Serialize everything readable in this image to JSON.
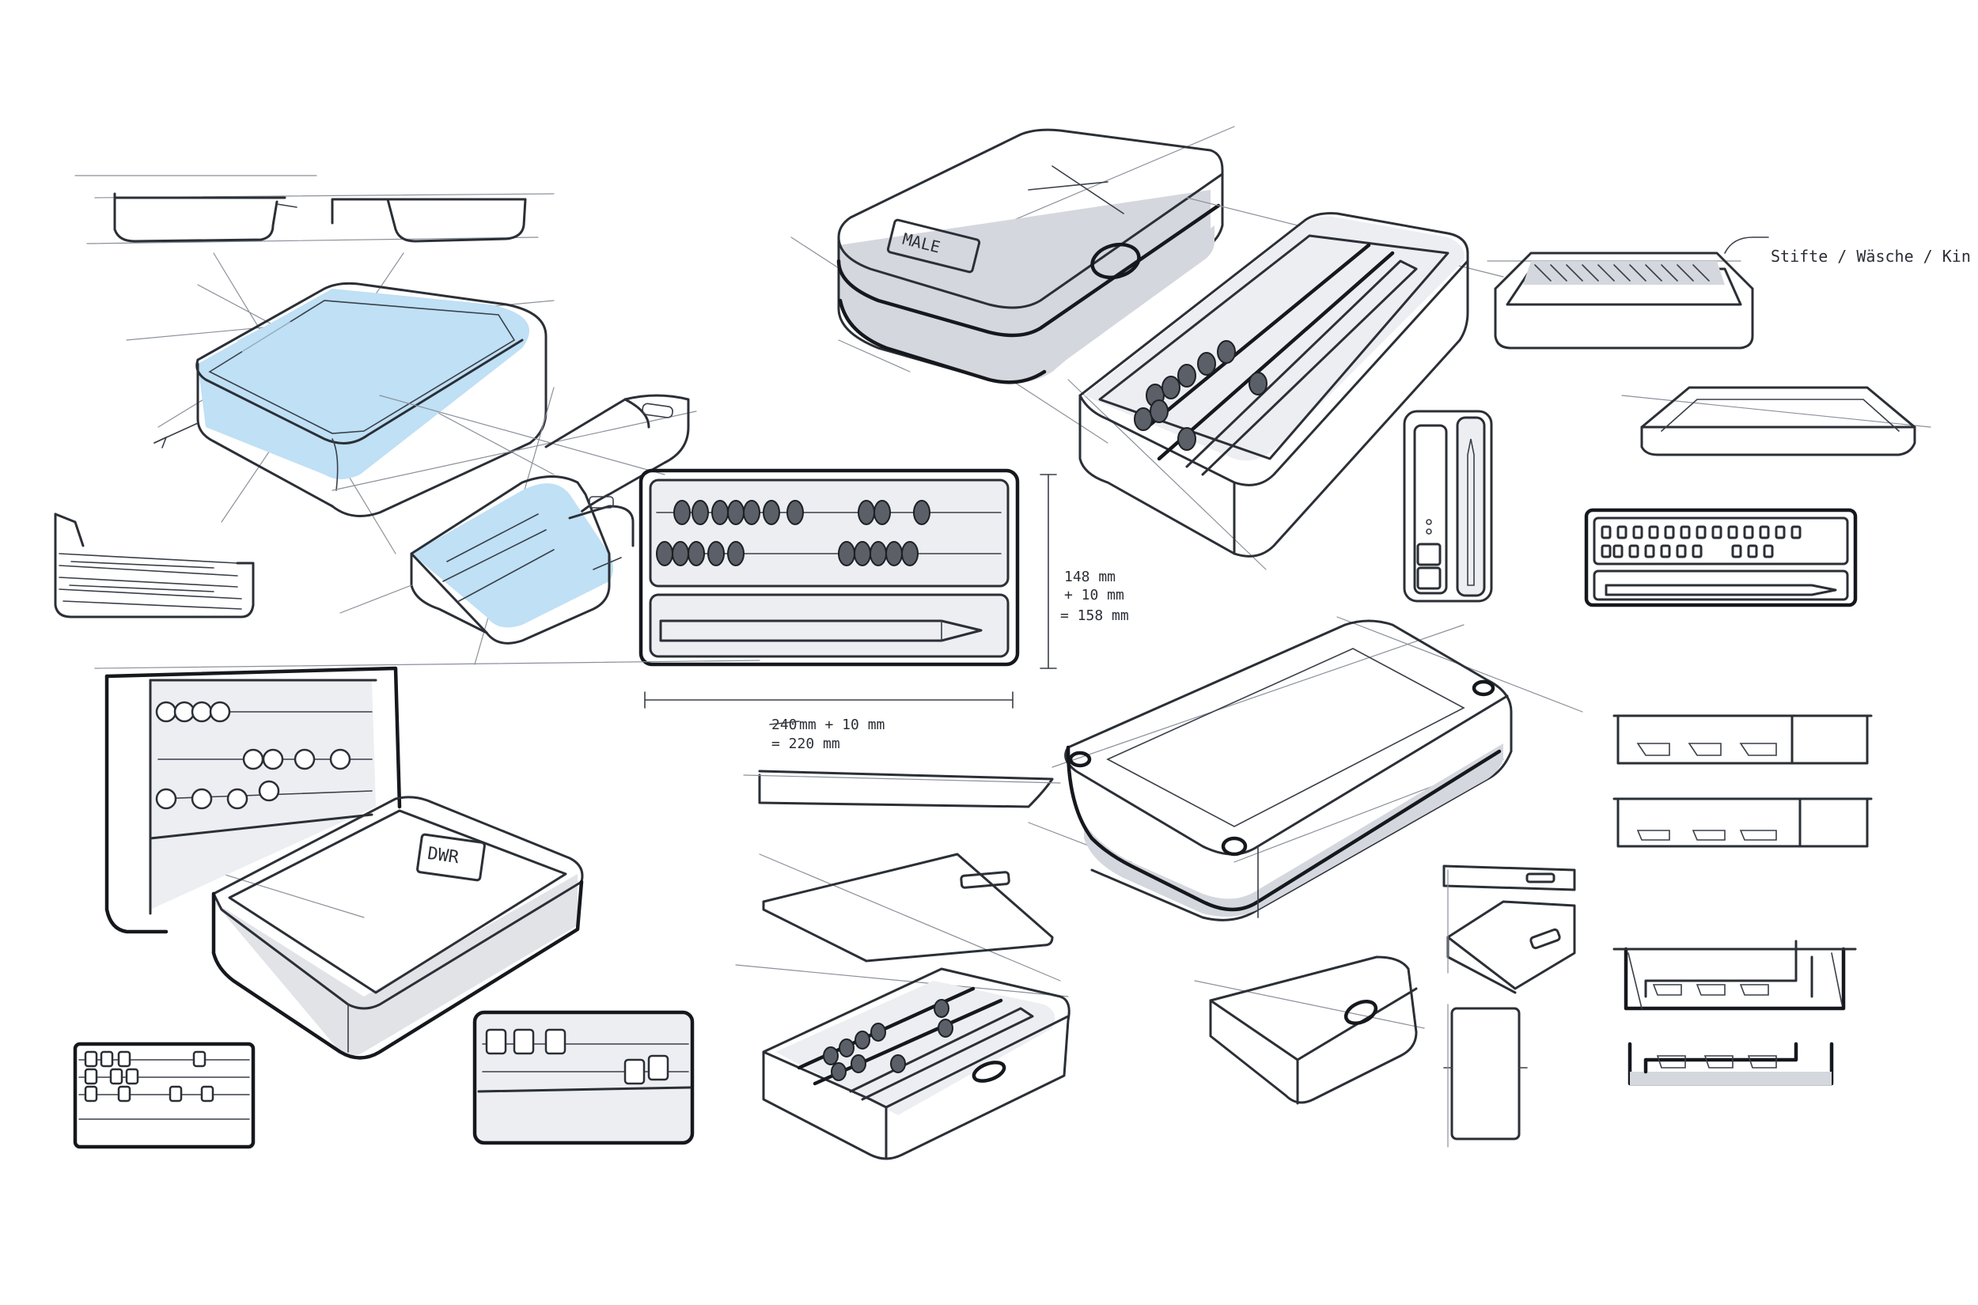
{
  "annotations": {
    "label_tag_top": "MALE",
    "label_tag_bottom": "DWR",
    "side_note": "Stifte / Wäsche / Kin",
    "height_line1": "148 mm",
    "height_line2": "+ 10 mm",
    "height_line3": "= 158 mm",
    "width_struck": "240",
    "width_line1": " mm + 10 mm",
    "width_line2": "= 220 mm"
  },
  "colors": {
    "ink": "#2b2f36",
    "marker_blue": "#bfe0f5",
    "marker_grey": "#d4d7dd",
    "paper": "#ffffff"
  }
}
